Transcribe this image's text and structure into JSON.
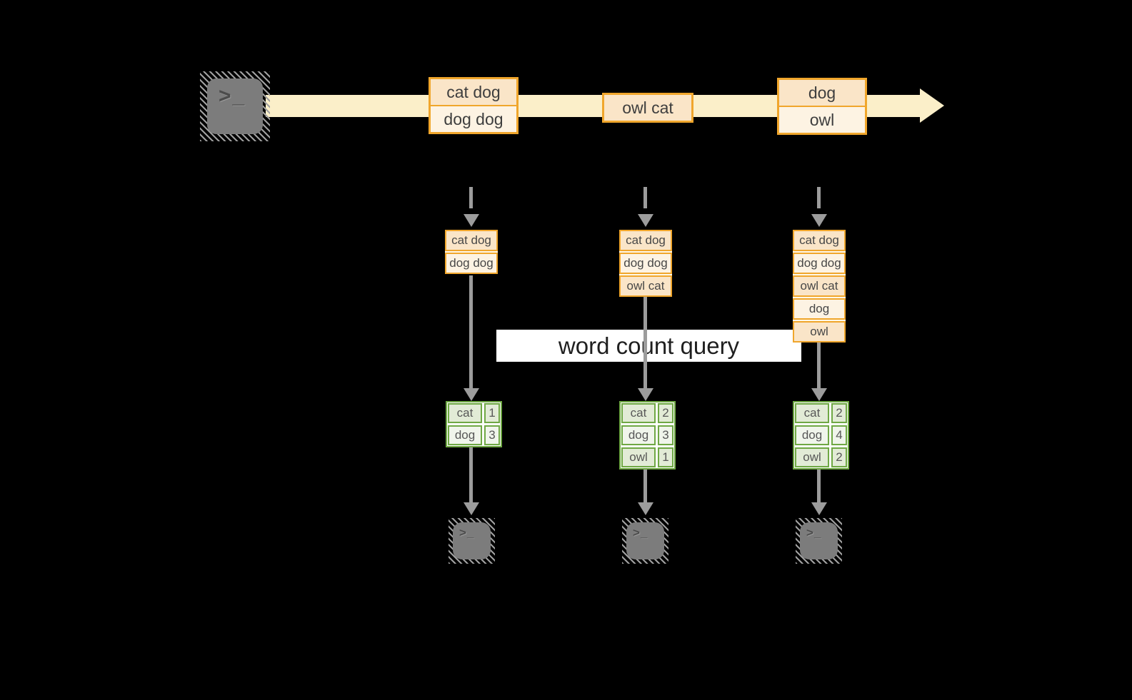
{
  "banner": {
    "text": "word count query"
  },
  "stream": {
    "source_icon": "terminal-icon",
    "events": [
      {
        "rows": [
          "cat dog",
          "dog dog"
        ]
      },
      {
        "rows": [
          "owl cat"
        ]
      },
      {
        "rows": [
          "dog",
          "owl"
        ]
      }
    ]
  },
  "columns": [
    {
      "batch": [
        "cat dog",
        "dog dog"
      ],
      "counts": [
        {
          "word": "cat",
          "count": "1"
        },
        {
          "word": "dog",
          "count": "3"
        }
      ]
    },
    {
      "batch": [
        "cat dog",
        "dog dog",
        "owl cat"
      ],
      "counts": [
        {
          "word": "cat",
          "count": "2"
        },
        {
          "word": "dog",
          "count": "3"
        },
        {
          "word": "owl",
          "count": "1"
        }
      ]
    },
    {
      "batch": [
        "cat dog",
        "dog dog",
        "owl cat",
        "dog",
        "owl"
      ],
      "counts": [
        {
          "word": "cat",
          "count": "2"
        },
        {
          "word": "dog",
          "count": "4"
        },
        {
          "word": "owl",
          "count": "2"
        }
      ]
    }
  ],
  "icons": {
    "source": "terminal-icon",
    "sinks": [
      "terminal-icon",
      "terminal-icon",
      "terminal-icon"
    ],
    "prompt_glyph": ">_"
  },
  "colors": {
    "background": "#000000",
    "stream_band": "#FBEFC9",
    "accent_gold": "#F0A62C",
    "fill_peach": "#FAE5C8",
    "fill_cream": "#FDF3E3",
    "green_border": "#6FA844",
    "fill_sage": "#E2EBD6",
    "fill_sage_light": "#F0F5EB",
    "arrow_gray": "#9C9C9C",
    "banner_bg": "#FFFFFF",
    "icon_gray": "#7C7C7C"
  }
}
